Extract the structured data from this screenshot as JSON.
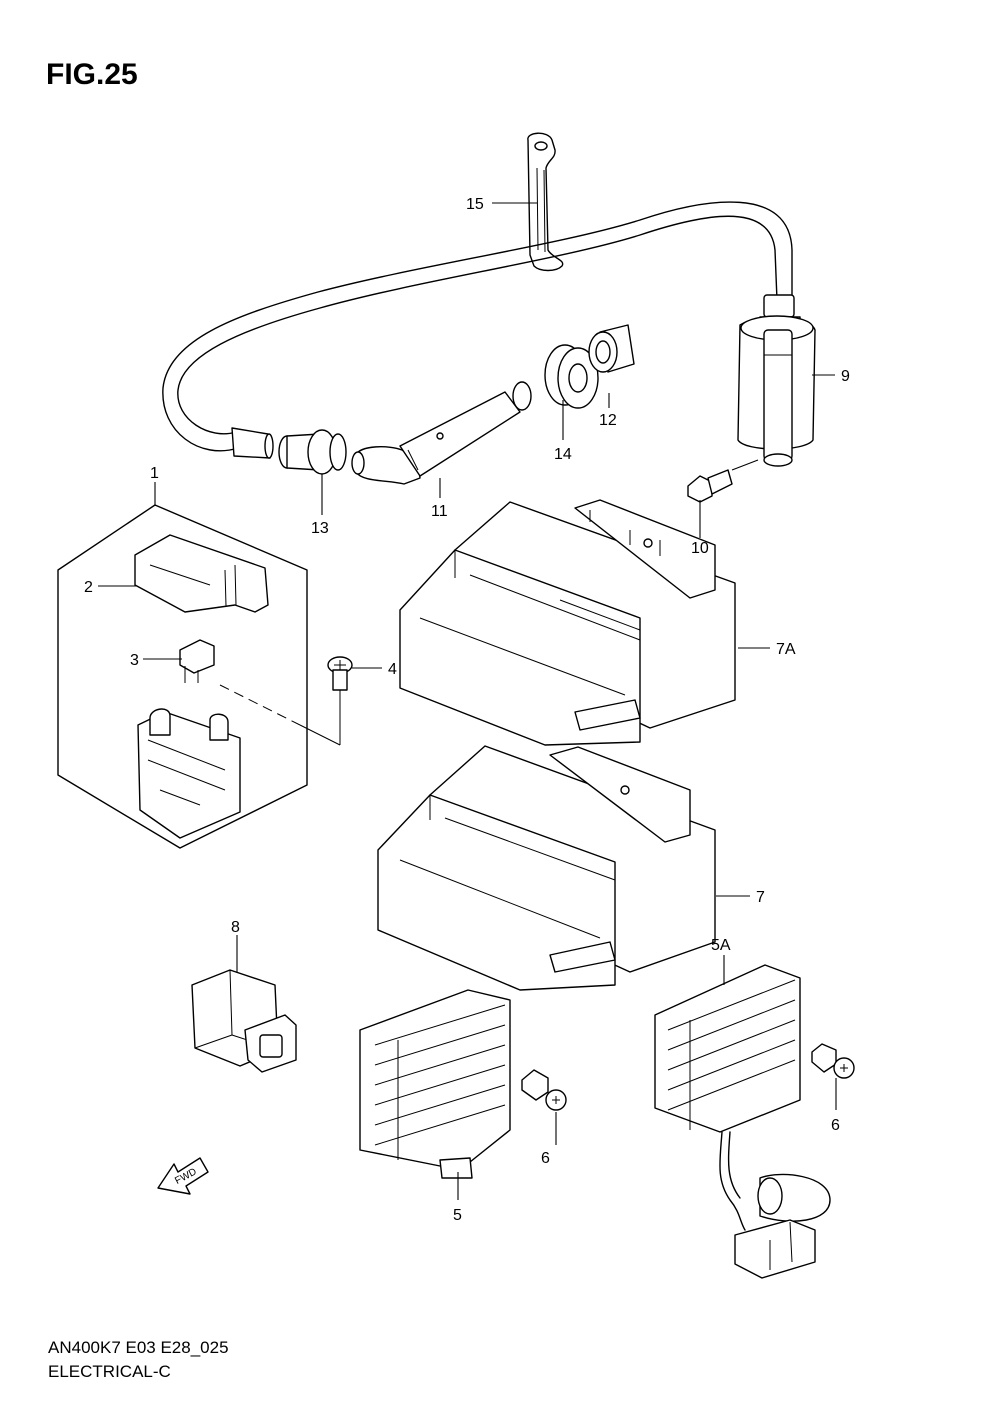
{
  "figure": {
    "title": "FIG.25",
    "code": "AN400K7 E03 E28_025",
    "name": "ELECTRICAL-C",
    "fwd_label": "FWD"
  },
  "callouts": [
    "15",
    "9",
    "12",
    "14",
    "11",
    "13",
    "10",
    "1",
    "2",
    "3",
    "4",
    "7A",
    "7",
    "8",
    "5A",
    "6",
    "6",
    "5"
  ]
}
